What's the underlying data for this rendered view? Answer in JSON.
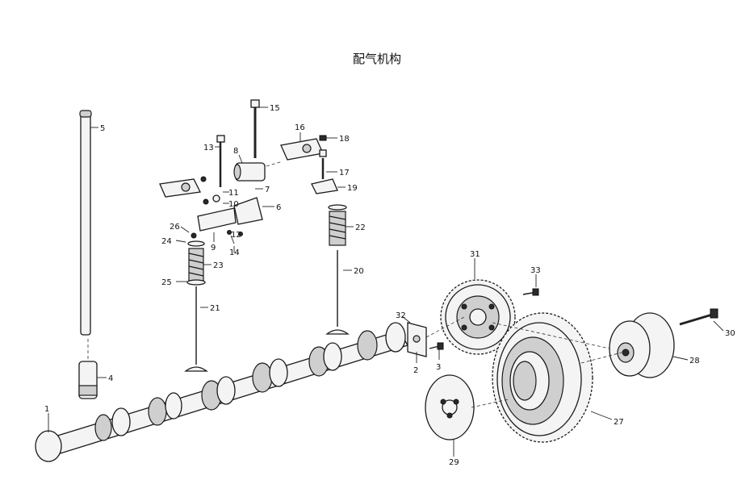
{
  "title": "配气机构",
  "callouts": [
    "1",
    "2",
    "3",
    "4",
    "5",
    "6",
    "7",
    "8",
    "9",
    "10",
    "11",
    "12",
    "13",
    "14",
    "15",
    "16",
    "17",
    "18",
    "19",
    "20",
    "21",
    "22",
    "23",
    "24",
    "25",
    "26",
    "27",
    "28",
    "29",
    "30",
    "31",
    "32",
    "33"
  ]
}
